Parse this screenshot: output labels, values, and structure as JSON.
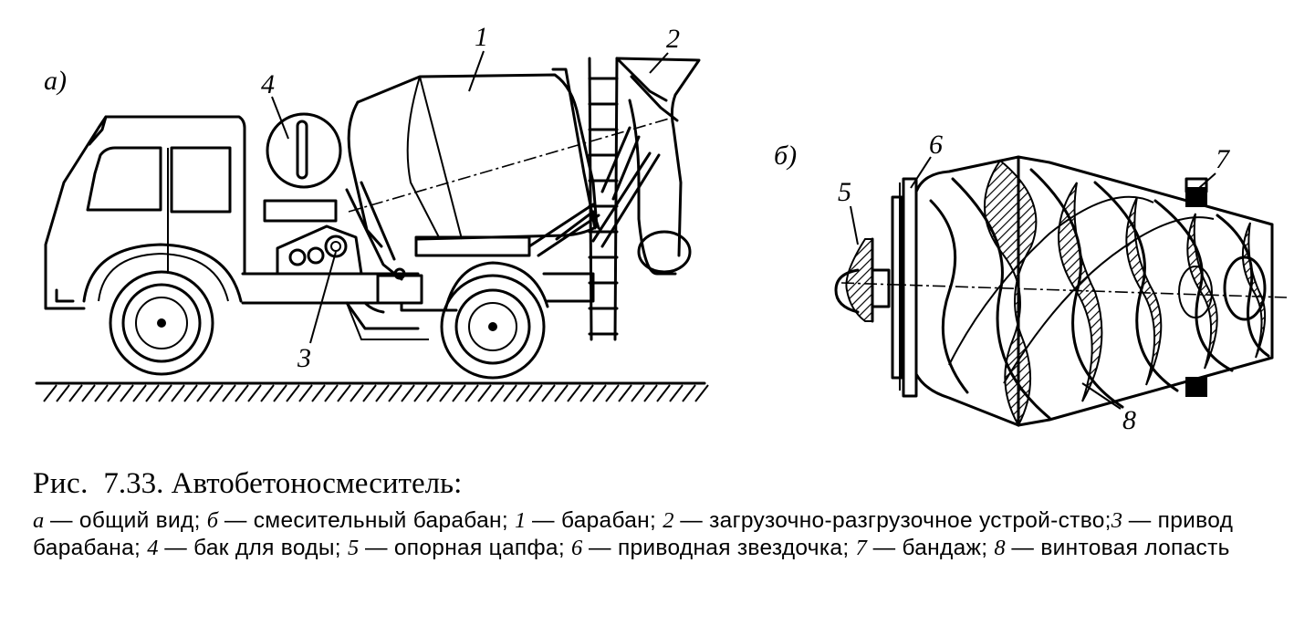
{
  "figure": {
    "panel_a_label": "а)",
    "panel_b_label": "б)",
    "callouts_a": [
      "1",
      "2",
      "3",
      "4"
    ],
    "callouts_b": [
      "5",
      "6",
      "7",
      "8"
    ]
  },
  "caption": {
    "prefix": "Рис.",
    "number": "7.33.",
    "title": "Автобетоносмеситель:",
    "items": [
      {
        "key": "а",
        "text": "— общий вид; "
      },
      {
        "key": "б",
        "text": "— смесительный барабан; "
      },
      {
        "key": "1",
        "text": "— барабан; "
      },
      {
        "key": "2",
        "text": "— загрузочно-разгрузочное устрой-ство;"
      },
      {
        "key": "3",
        "text": "— привод барабана; "
      },
      {
        "key": "4",
        "text": "— бак для воды; "
      },
      {
        "key": "5",
        "text": "— опорная цапфа; "
      },
      {
        "key": "6",
        "text": "— приводная звездочка; "
      },
      {
        "key": "7",
        "text": "— бандаж; "
      },
      {
        "key": "8",
        "text": "— винтовая лопасть"
      }
    ]
  }
}
